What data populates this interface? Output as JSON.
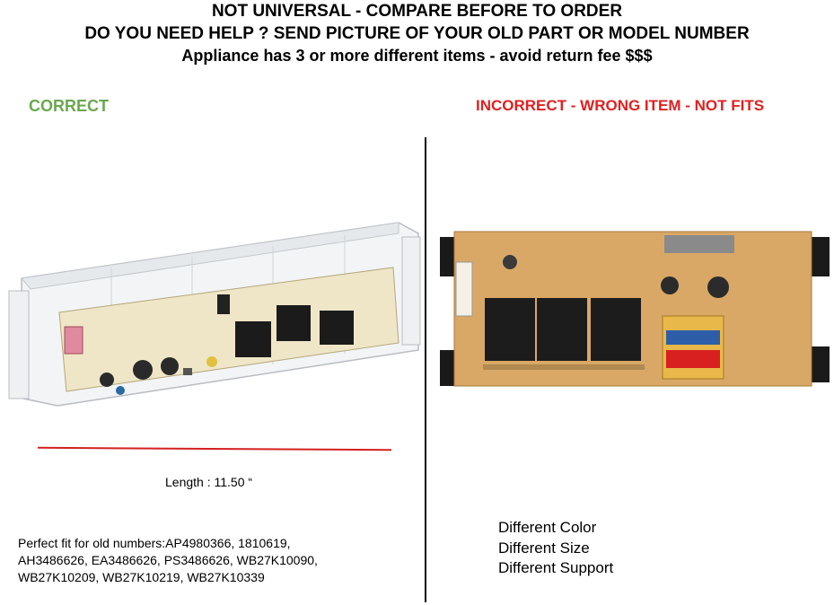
{
  "header": {
    "line1": "NOT UNIVERSAL - COMPARE BEFORE TO ORDER",
    "line2": "DO YOU NEED HELP ? SEND PICTURE OF YOUR OLD PART OR MODEL NUMBER",
    "line3": "Appliance has 3 or more different items  - avoid return fee $$$"
  },
  "correct_label": "CORRECT",
  "incorrect_label": "INCORRECT - WRONG ITEM - NOT FITS",
  "colors": {
    "correct": "#6aa84f",
    "incorrect": "#e02020",
    "measure_line": "#d42020"
  },
  "length_label": "Length : 11.50 “",
  "fit_text": {
    "line1": "Perfect fit for old numbers:AP4980366, 1810619,",
    "line2": "AH3486626, EA3486626, PS3486626, WB27K10090,",
    "line3": "WB27K10209, WB27K10219, WB27K10339"
  },
  "differences": [
    "Different Color",
    "Different Size",
    "Different Support"
  ]
}
